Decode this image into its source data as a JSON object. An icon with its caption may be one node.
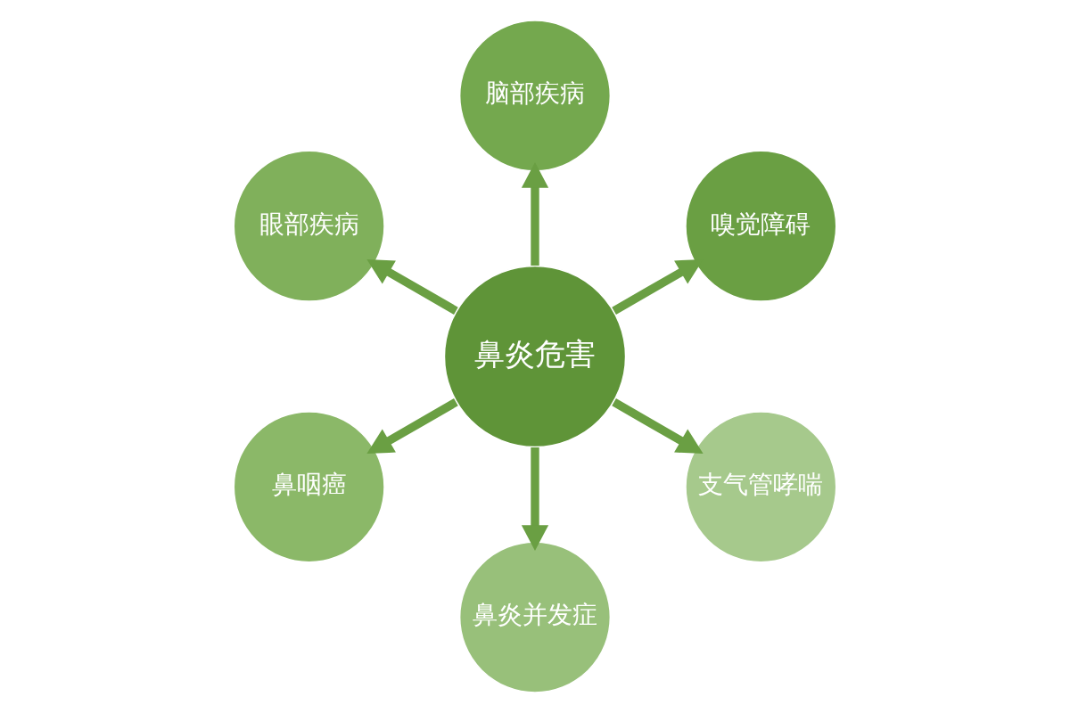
{
  "diagram": {
    "nodes": [
      {
        "text": [
          "鼻炎危害"
        ]
      },
      {
        "text": [
          "嗅觉障碍"
        ]
      },
      {
        "text": [
          "脑部疾病"
        ]
      },
      {
        "text": [
          "眼部疾病"
        ]
      },
      {
        "text": [
          "鼻咽癌"
        ]
      },
      {
        "text": [
          "鼻炎并发症"
        ]
      },
      {
        "text": [
          "支气管哮喘"
        ]
      }
    ],
    "edges": [
      {
        "from": 0,
        "to": 1,
        "arrow": "to"
      },
      {
        "from": 0,
        "to": 2,
        "arrow": "to"
      },
      {
        "from": 0,
        "to": 3,
        "arrow": "to"
      },
      {
        "from": 0,
        "to": 4,
        "arrow": "to"
      },
      {
        "from": 0,
        "to": 5,
        "arrow": "to"
      },
      {
        "from": 0,
        "to": 6,
        "arrow": "to"
      }
    ]
  }
}
